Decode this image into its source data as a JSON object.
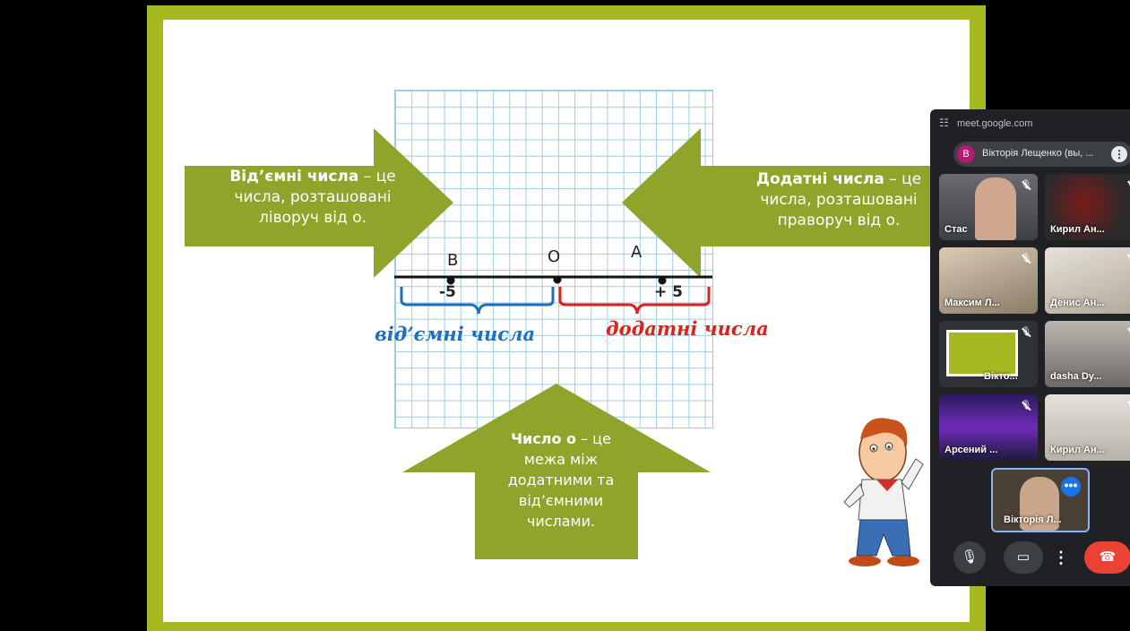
{
  "slide": {
    "arrows": {
      "negative": {
        "bold": "Від’ємні числа",
        "rest1": " – це",
        "line2": "числа, розташовані",
        "line3": "ліворуч від о."
      },
      "positive": {
        "bold": "Додатні числа",
        "rest1": " – це",
        "line2": "числа, розташовані",
        "line3": "праворуч від о."
      },
      "zero": {
        "bold": "Число о",
        "rest1": " – це",
        "line2": "межа між",
        "line3": "додатними та",
        "line4": "від’ємними",
        "line5": "числами."
      }
    },
    "number_line": {
      "point_b": "B",
      "point_o": "O",
      "point_a": "A",
      "neg_number": "-5",
      "pos_number": "+ 5",
      "negative_range_label": "від’ємні числа",
      "positive_range_label": "додатні числа"
    },
    "colors": {
      "frame": "#a6b820",
      "arrow": "#8ea42b",
      "negative": "#1f6fbf",
      "positive": "#e0201b"
    }
  },
  "meet": {
    "url": "meet.google.com",
    "current_user": {
      "initial": "В",
      "name": "Вікторія Лещенко (вы, ..."
    },
    "participants": [
      {
        "name": "Стас"
      },
      {
        "name": "Кирил Ан..."
      },
      {
        "name": "Максим Л..."
      },
      {
        "name": "Денис Ан..."
      },
      {
        "name": "Вікто..."
      },
      {
        "name": "dasha Dy..."
      },
      {
        "name": "Арсений ..."
      },
      {
        "name": "Кирил Ан..."
      }
    ],
    "self_tile": {
      "name": "Вікторія Л..."
    }
  }
}
